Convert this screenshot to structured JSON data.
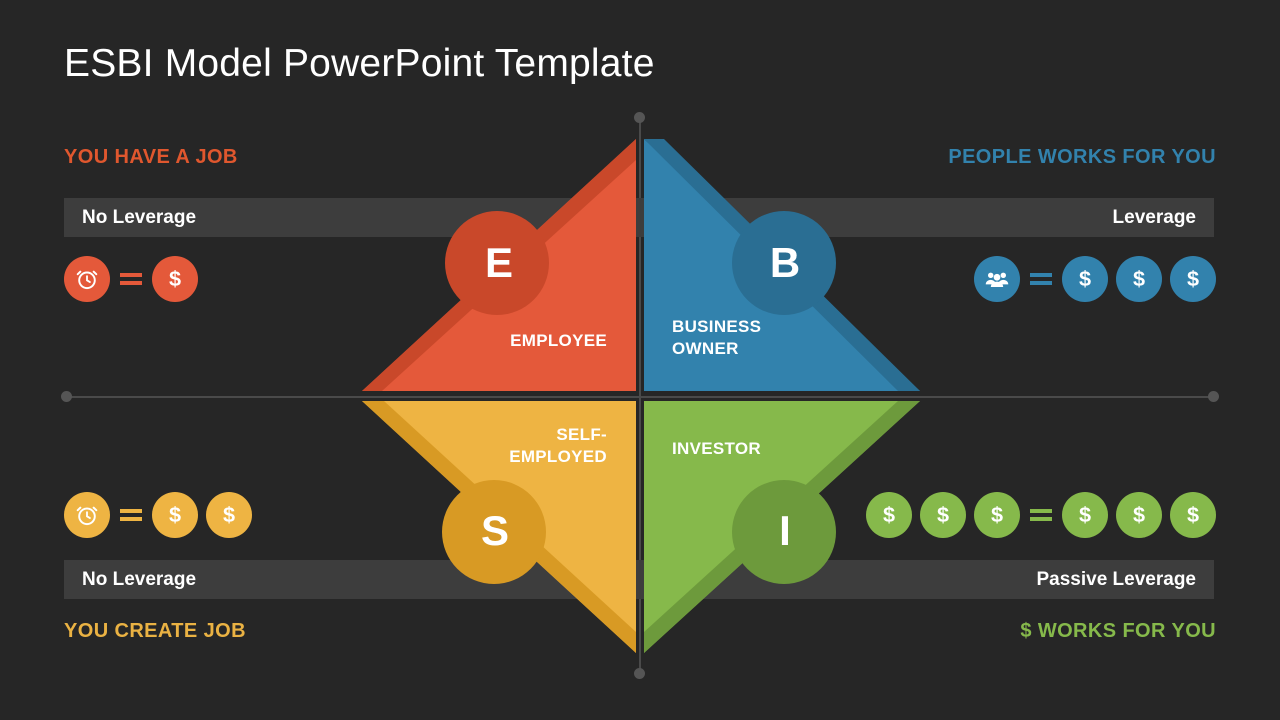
{
  "title": "ESBI Model PowerPoint Template",
  "colors": {
    "background": "#262626",
    "bar": "#3d3d3d",
    "axis": "#4a4a4a",
    "employee": "#e4593a",
    "employee_dark": "#c9482a",
    "employee_accent": "#e0572e",
    "business": "#3282ad",
    "business_dark": "#2a6e93",
    "self": "#eeb443",
    "self_dark": "#d89a24",
    "investor": "#86b94b",
    "investor_dark": "#6d9a3c"
  },
  "quadrants": {
    "employee": {
      "key": "E",
      "letter": "E",
      "heading": "YOU HAVE A JOB",
      "bar_label": "No Leverage",
      "role_label": "EMPLOYEE",
      "equation": {
        "left": [
          "clock-icon"
        ],
        "operator": "=",
        "right": [
          "dollar-icon"
        ]
      }
    },
    "business": {
      "key": "B",
      "letter": "B",
      "heading": "PEOPLE WORKS FOR YOU",
      "bar_label": "Leverage",
      "role_label_line1": "BUSINESS",
      "role_label_line2": "OWNER",
      "equation": {
        "left": [
          "people-icon"
        ],
        "operator": "=",
        "right": [
          "dollar-icon",
          "dollar-icon",
          "dollar-icon"
        ]
      }
    },
    "self_employed": {
      "key": "S",
      "letter": "S",
      "heading": "YOU CREATE JOB",
      "bar_label": "No Leverage",
      "role_label_line1": "SELF-",
      "role_label_line2": "EMPLOYED",
      "equation": {
        "left": [
          "clock-icon"
        ],
        "operator": "=",
        "right": [
          "dollar-icon",
          "dollar-icon"
        ]
      }
    },
    "investor": {
      "key": "I",
      "letter": "I",
      "heading": "$ WORKS FOR YOU",
      "bar_label": "Passive Leverage",
      "role_label": "INVESTOR",
      "equation": {
        "left": [
          "dollar-icon",
          "dollar-icon",
          "dollar-icon"
        ],
        "operator": "=",
        "right": [
          "dollar-icon",
          "dollar-icon",
          "dollar-icon"
        ]
      }
    }
  }
}
